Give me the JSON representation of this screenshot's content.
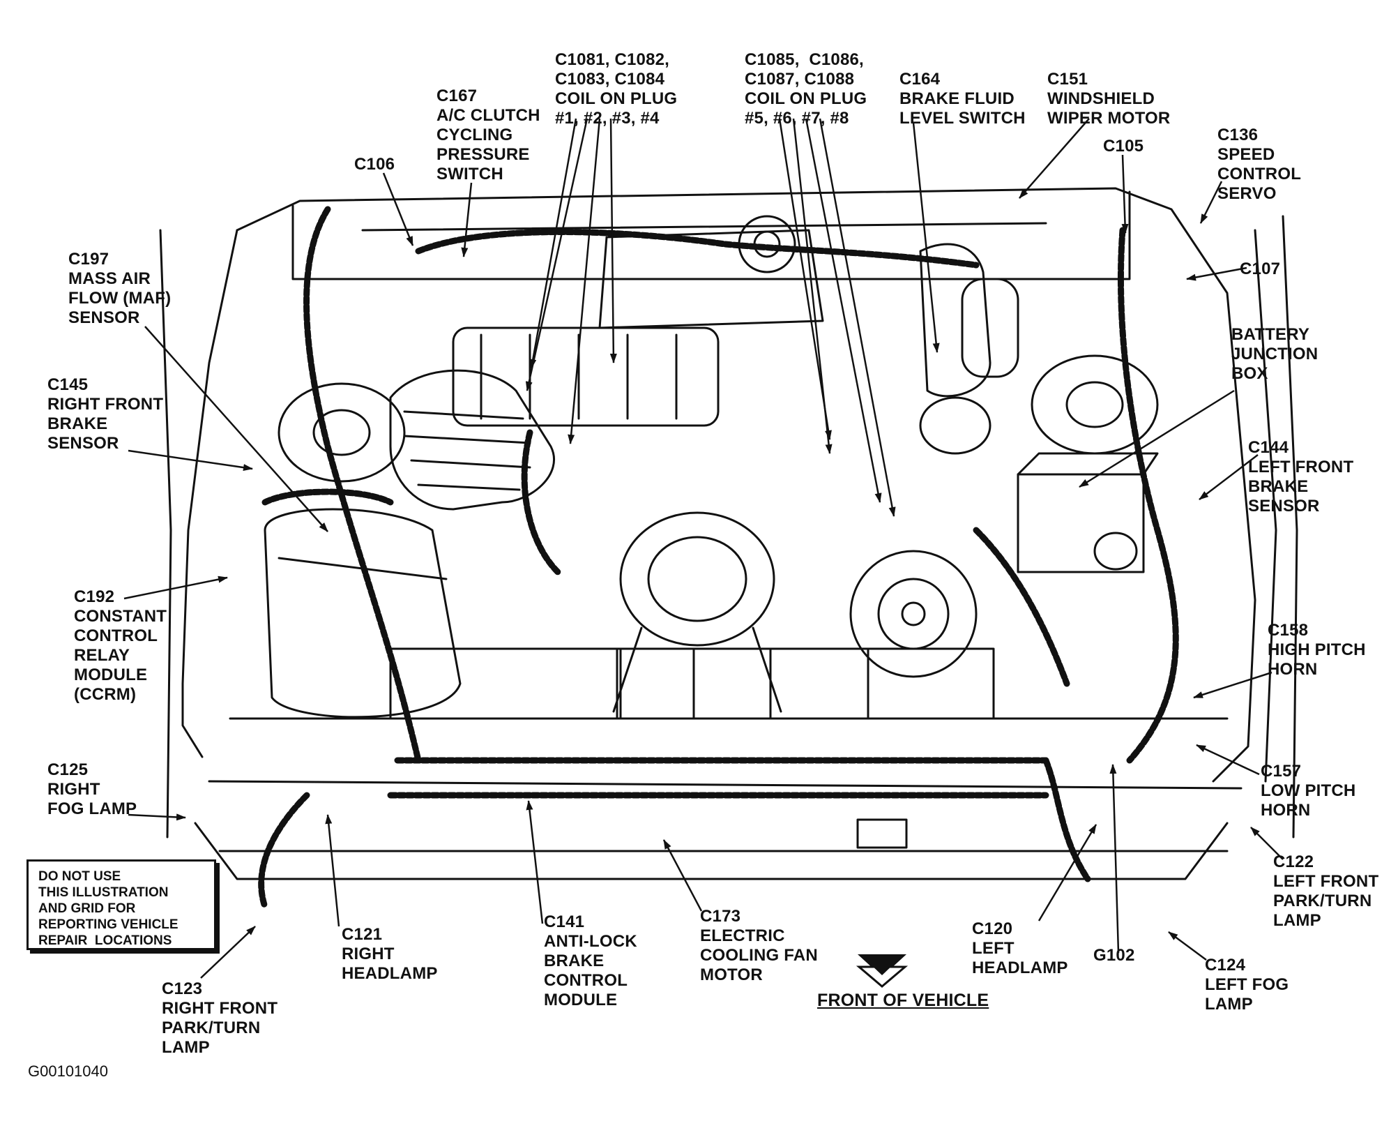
{
  "labels": {
    "c106": "C106",
    "c167": "C167\nA/C CLUTCH\nCYCLING\nPRESSURE\nSWITCH",
    "c1081": "C1081, C1082,\nC1083, C1084\nCOIL ON PLUG\n#1, #2, #3, #4",
    "c1085": "C1085,  C1086,\nC1087, C1088\nCOIL ON PLUG\n#5, #6, #7, #8",
    "c164": "C164\nBRAKE FLUID\nLEVEL SWITCH",
    "c151": "C151\nWINDSHIELD\nWIPER MOTOR",
    "c105": "C105",
    "c136": "C136\nSPEED\nCONTROL\nSERVO",
    "c107": "C107",
    "battery": "BATTERY\nJUNCTION\nBOX",
    "c197": "C197\nMASS AIR\nFLOW (MAF)\nSENSOR",
    "c145": "C145\nRIGHT FRONT\nBRAKE\nSENSOR",
    "c144": "C144\nLEFT FRONT\nBRAKE\nSENSOR",
    "c192": "C192\nCONSTANT\nCONTROL\nRELAY\nMODULE\n(CCRM)",
    "c158": "C158\nHIGH PITCH\nHORN",
    "c125": "C125\nRIGHT\nFOG LAMP",
    "c157": "C157\nLOW PITCH\nHORN",
    "c122": "C122\nLEFT FRONT\nPARK/TURN\nLAMP",
    "c121": "C121\nRIGHT\nHEADLAMP",
    "c141": "C141\nANTI-LOCK\nBRAKE\nCONTROL\nMODULE",
    "c173": "C173\nELECTRIC\nCOOLING FAN\nMOTOR",
    "c120": "C120\nLEFT\nHEADLAMP",
    "g102": "G102",
    "c124": "C124\nLEFT FOG\nLAMP",
    "c123": "C123\nRIGHT FRONT\nPARK/TURN\nLAMP"
  },
  "notice": "DO NOT USE\nTHIS ILLUSTRATION\nAND GRID FOR\nREPORTING VEHICLE\nREPAIR  LOCATIONS",
  "front_of_vehicle": "FRONT OF VEHICLE",
  "figure_id": "G00101040",
  "icons": {
    "front_arrow": "double-chevron-down-icon"
  }
}
